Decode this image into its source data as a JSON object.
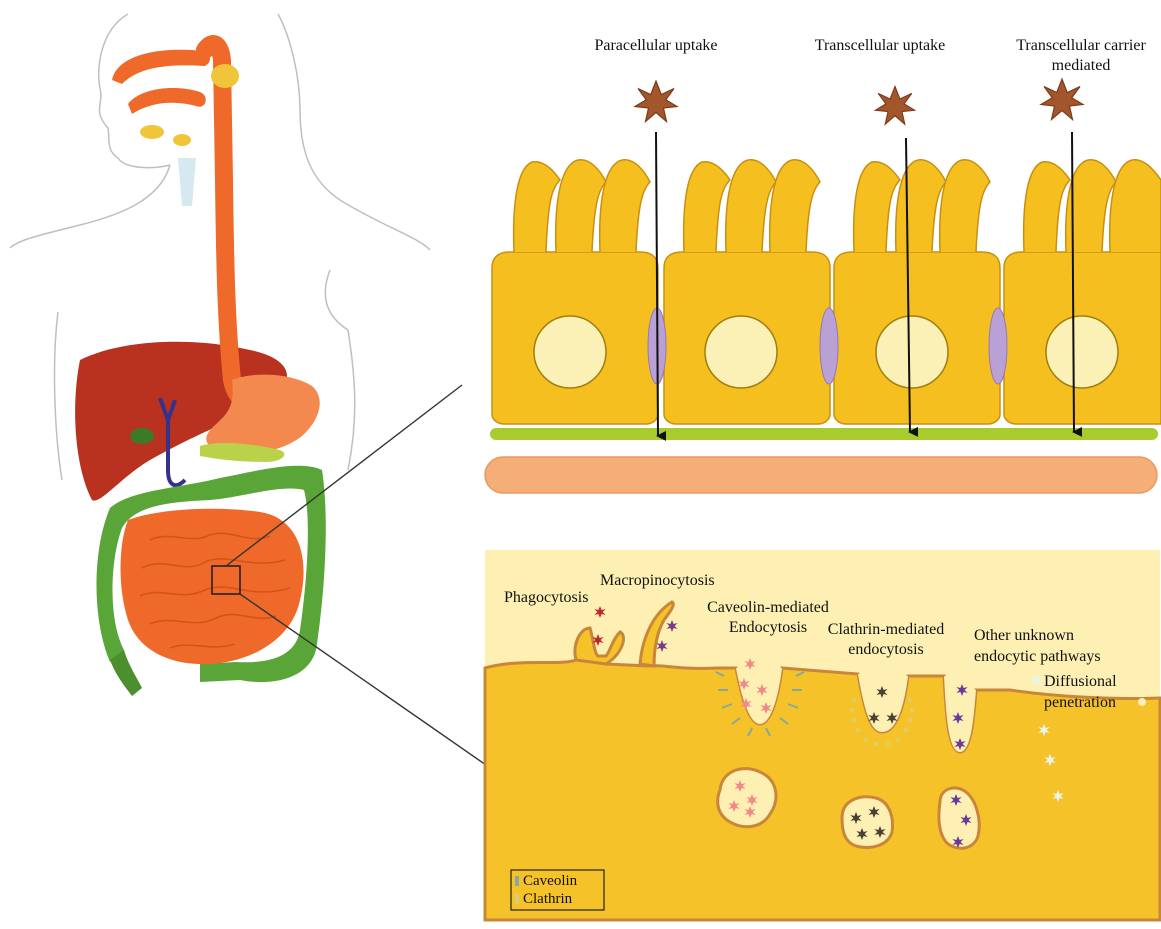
{
  "uptake": {
    "paracellular": "Paracellular uptake",
    "transcellular": "Transcellular uptake",
    "carrier_line1": "Transcellular carrier",
    "carrier_line2": "mediated"
  },
  "endocytosis": {
    "phagocytosis": "Phagocytosis",
    "macropinocytosis": "Macropinocytosis",
    "caveolin_line1": "Caveolin-mediated",
    "caveolin_line2": "Endocytosis",
    "clathrin_line1": "Clathrin-mediated",
    "clathrin_line2": "endocytosis",
    "other_line1": "Other unknown",
    "other_line2": "endocytic pathways",
    "diffusional_line1": "Diffusional",
    "diffusional_line2": "penetration"
  },
  "legend": {
    "caveolin": "Caveolin",
    "clathrin": "Clathrin"
  },
  "colors": {
    "cell": "#f5c01f",
    "cell_outline": "#c98f10",
    "nucleus": "#fbf0b5",
    "tight_junction": "#b9a1d6",
    "basement": "#a8cc2e",
    "vessel": "#f6ae78",
    "star": "#a3552c",
    "tract": "#ef6a2a",
    "liver": "#b8321f",
    "colon": "#5aa538",
    "panel_bg": "#fdf0b2",
    "panel_cell": "#f6c22a",
    "membrane": "#c8863a",
    "caveolin": "#88a8a0",
    "clathrin": "#d8d070"
  }
}
